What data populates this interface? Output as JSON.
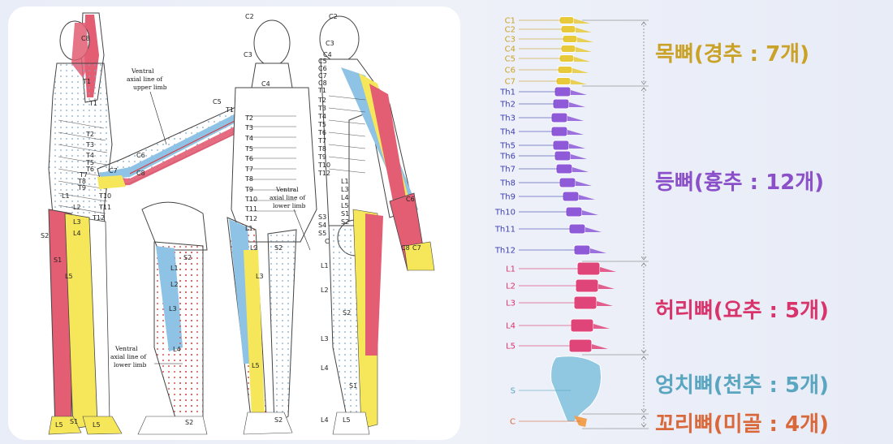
{
  "dermatome": {
    "labels": {
      "c2": "C2",
      "c3": "C3",
      "c4": "C4",
      "c5": "C5",
      "c6": "C6",
      "c7": "C7",
      "c8": "C8",
      "t1": "T1",
      "t2": "T2",
      "t3": "T3",
      "t4": "T4",
      "t5": "T5",
      "t6": "T6",
      "t7": "T7",
      "t8": "T8",
      "t9": "T9",
      "t10": "T10",
      "t11": "T11",
      "t12": "T12",
      "l1": "L1",
      "l2": "L2",
      "l3": "L3",
      "l4": "L4",
      "l5": "L5",
      "s1": "S1",
      "s2": "S2",
      "s3": "S3",
      "s4": "S4",
      "s5": "S5",
      "co": "C"
    },
    "annotations": {
      "upper_limb": [
        "Ventral",
        "axial line of",
        "upper limb"
      ],
      "lower_limb_front": [
        "Ventral",
        "axial line of",
        "lower limb"
      ],
      "lower_limb_leg": [
        "Ventral",
        "axial line of",
        "lower limb"
      ]
    },
    "colors": {
      "red": "#e35d73",
      "yellow": "#f6e75a",
      "blue": "#8ec3e6",
      "dots": "#7fa7c9"
    }
  },
  "spine": {
    "vertebrae": {
      "cervical": [
        "C1",
        "C2",
        "C3",
        "C4",
        "C5",
        "C6",
        "C7"
      ],
      "thoracic": [
        "Th1",
        "Th2",
        "Th3",
        "Th4",
        "Th5",
        "Th6",
        "Th7",
        "Th8",
        "Th9",
        "Th10",
        "Th11",
        "Th12"
      ],
      "lumbar": [
        "L1",
        "L2",
        "L3",
        "L4",
        "L5"
      ],
      "sacrum": [
        "S"
      ],
      "coccyx": [
        "C"
      ]
    },
    "regions": [
      {
        "label": "목뼈(경추 : 7개)",
        "color": "#c9a227"
      },
      {
        "label": "등뼈(흉추 : 12개)",
        "color": "#8a4fc9"
      },
      {
        "label": "허리뼈(요추 : 5개)",
        "color": "#d9336b"
      },
      {
        "label": "엉치뼈(천추 : 5개)",
        "color": "#5aa5c0"
      },
      {
        "label": "꼬리뼈(미골 : 4개)",
        "color": "#d9683a"
      }
    ],
    "colors": {
      "cervical": "#e8c93a",
      "thoracic": "#8e5ad8",
      "lumbar": "#e0457a",
      "sacrum": "#8fc8e0",
      "coccyx": "#f0a050"
    }
  }
}
